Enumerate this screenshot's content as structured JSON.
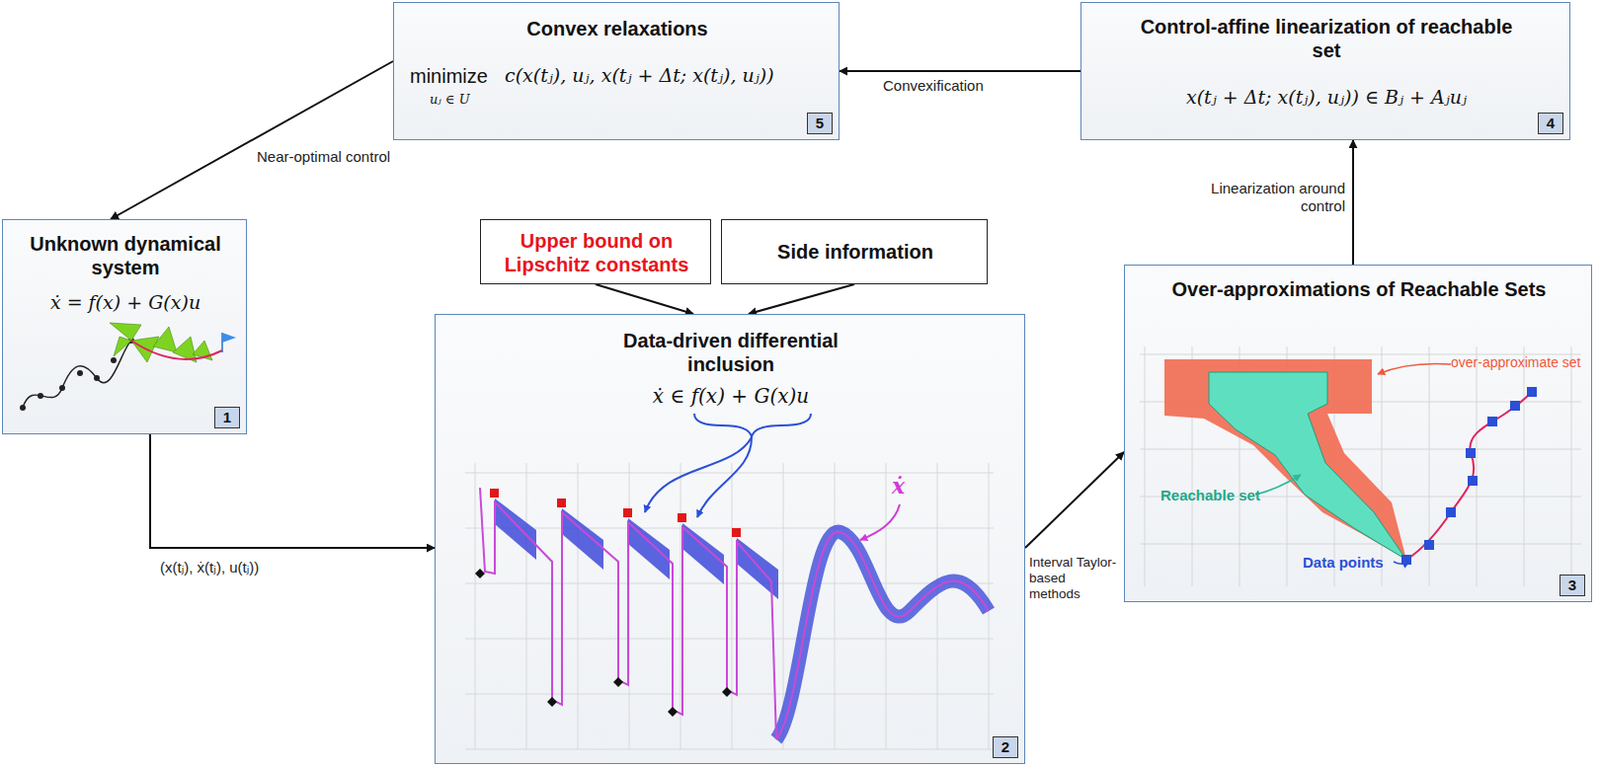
{
  "diagram": {
    "nodes": [
      {
        "text": [
          "Convex relaxations",
          "minimize",
          "uⱼ ∈ U",
          "c(x(tⱼ), uⱼ, x(tⱼ + Δt; x(tⱼ), uⱼ))"
        ]
      },
      {
        "text": [
          "Control-affine linearization of reachable set",
          "x(tⱼ + Δt; x(tⱼ), uⱼ)) ∈ Bⱼ + Aⱼuⱼ"
        ]
      },
      {
        "text": [
          "Unknown dynamical system",
          "ẋ = f(x) + G(x)u"
        ]
      },
      {
        "text": [
          "Upper bound on Lipschitz constants"
        ]
      },
      {
        "text": [
          "Side information"
        ]
      },
      {
        "text": [
          "Data-driven differential inclusion",
          "ẋ ∈ f(x) + G(x)u"
        ]
      },
      {
        "text": [
          "Over-approximations of Reachable Sets"
        ]
      }
    ],
    "edges": [
      {
        "from": 1,
        "to": 0,
        "arrow": "to",
        "label": "Convexification"
      },
      {
        "from": 0,
        "to": 2,
        "arrow": "to",
        "label": "Near-optimal control"
      },
      {
        "from": 2,
        "to": 5,
        "arrow": "to",
        "label": "(x(tⱼ), ẋ(tⱼ), u(tⱼ))"
      },
      {
        "from": 3,
        "to": 5,
        "arrow": "to"
      },
      {
        "from": 4,
        "to": 5,
        "arrow": "to"
      },
      {
        "from": 5,
        "to": 6,
        "arrow": "to",
        "label": "Interval Taylor-based methods"
      },
      {
        "from": 6,
        "to": 1,
        "arrow": "to",
        "label": "Linearization around control"
      }
    ],
    "labels": [
      "5",
      "4",
      "1",
      "2",
      "3",
      "ẋ",
      "over-approximate set",
      "Reachable set",
      "Data points"
    ]
  }
}
